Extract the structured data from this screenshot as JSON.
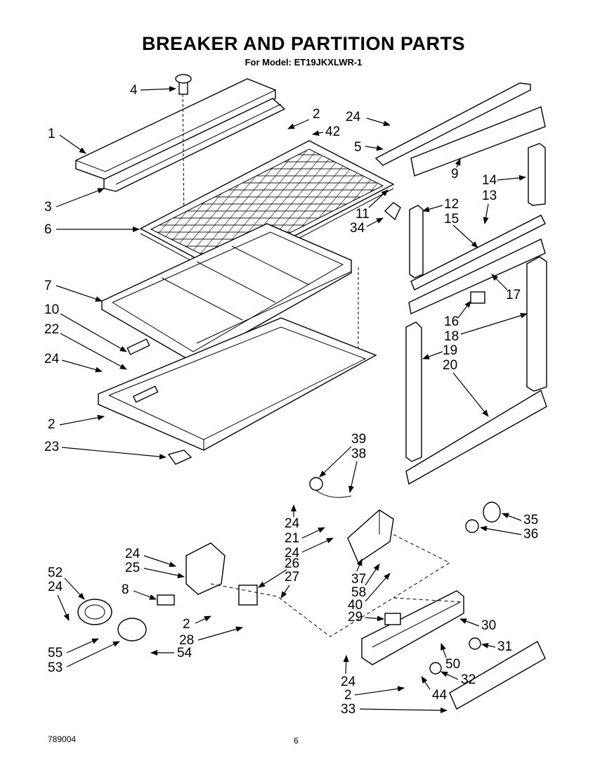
{
  "header": {
    "title": "BREAKER AND PARTITION PARTS",
    "subtitle": "For Model: ET19JKXLWR-1"
  },
  "footer": {
    "code": "789004",
    "page": "6"
  },
  "callouts": [
    "4",
    "2",
    "24",
    "42",
    "1",
    "5",
    "3",
    "9",
    "14",
    "13",
    "11",
    "12",
    "6",
    "34",
    "15",
    "7",
    "17",
    "10",
    "16",
    "18",
    "22",
    "19",
    "24",
    "20",
    "2",
    "23",
    "39",
    "38",
    "24",
    "21",
    "24",
    "35",
    "36",
    "26",
    "37",
    "58",
    "27",
    "52",
    "24",
    "25",
    "8",
    "40",
    "24",
    "29",
    "30",
    "31",
    "2",
    "28",
    "55",
    "53",
    "54",
    "50",
    "32",
    "24",
    "2",
    "44",
    "33"
  ]
}
